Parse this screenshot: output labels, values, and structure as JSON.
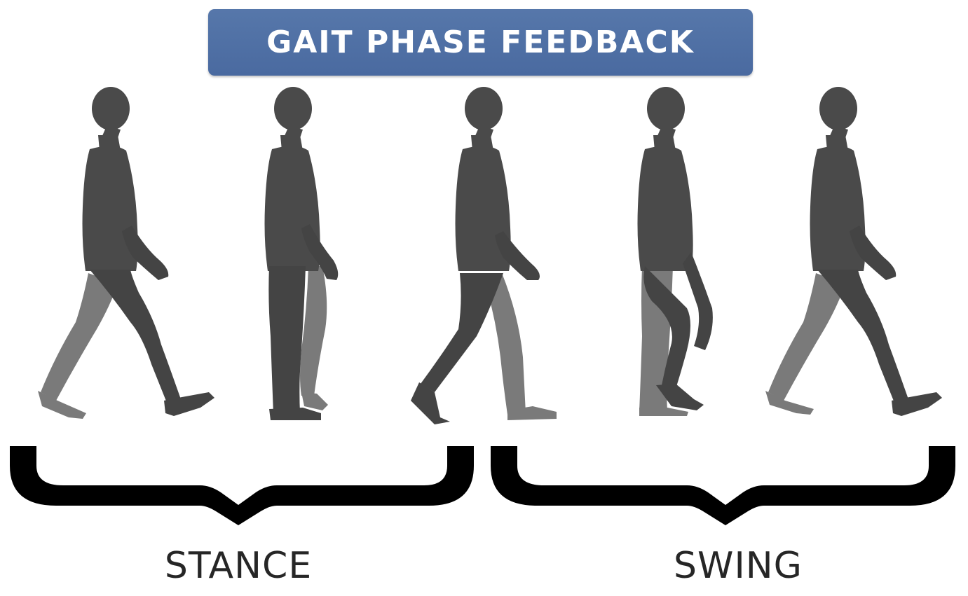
{
  "title": "GAIT PHASE FEEDBACK",
  "figures": [
    {
      "name": "figure-1-heel-strike"
    },
    {
      "name": "figure-2-mid-stance"
    },
    {
      "name": "figure-3-toe-off"
    },
    {
      "name": "figure-4-mid-swing"
    },
    {
      "name": "figure-5-terminal-swing"
    }
  ],
  "phases": {
    "stance": "STANCE",
    "swing": "SWING"
  },
  "colors": {
    "banner": "#5070a6",
    "body": "#4a4a4a",
    "near_limb": "#444444",
    "far_limb": "#7a7a7a",
    "brace": "#000000",
    "label": "#262626"
  }
}
